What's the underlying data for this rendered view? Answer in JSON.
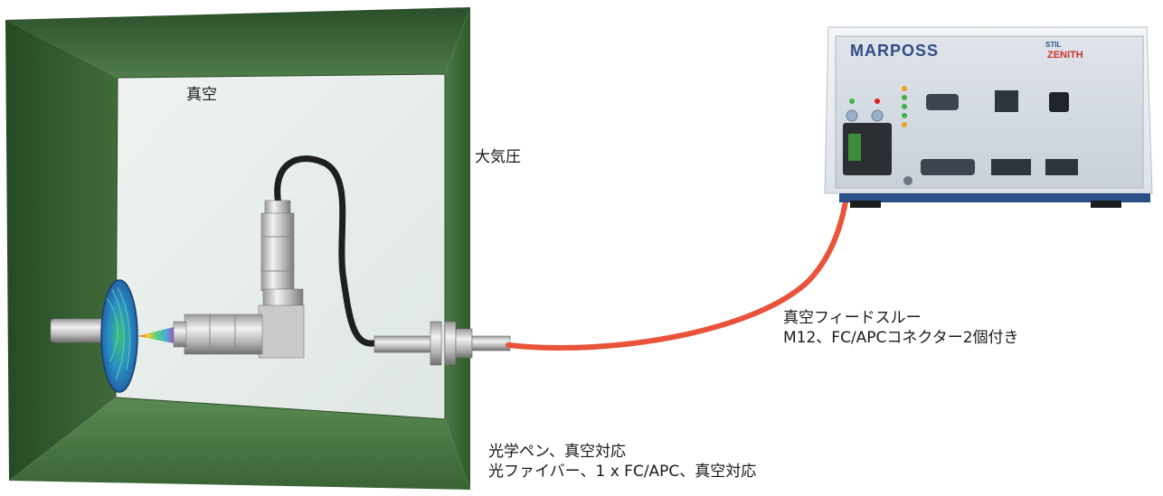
{
  "labels": {
    "vacuum": "真空",
    "atmosphere": "大気圧",
    "feedthrough_line1": "真空フィードスルー",
    "feedthrough_line2": "M12、FC/APCコネクター2個付き",
    "pen_line1": "光学ペン、真空対応",
    "pen_line2": "光ファイバー、1 x FC/APC、真空対応"
  },
  "controller": {
    "brand": "MARPOSS",
    "model_prefix": "STIL",
    "model": "ZENITH"
  },
  "colors": {
    "chamber_frame": "#2f5a2c",
    "chamber_inner": "#e9efec",
    "fiber_outside": "#e8533a",
    "fiber_inside": "#222222",
    "brand_blue": "#2f4c86",
    "model_red": "#d0312d"
  }
}
